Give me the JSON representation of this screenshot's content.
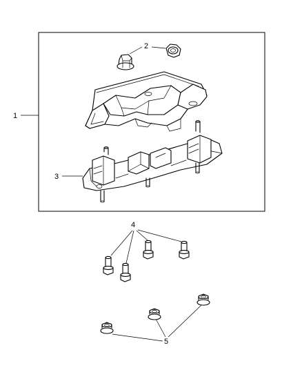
{
  "callouts": {
    "c1": "1",
    "c2": "2",
    "c3": "3",
    "c4": "4",
    "c5": "5"
  },
  "parts": [
    {
      "callout": "1",
      "icon": "mount-assembly-icon"
    },
    {
      "callout": "2",
      "icon": "flange-nut-icon"
    },
    {
      "callout": "3",
      "icon": "transmission-mount-icon"
    },
    {
      "callout": "4",
      "icon": "bolt-icon"
    },
    {
      "callout": "5",
      "icon": "flange-nut-icon"
    }
  ]
}
